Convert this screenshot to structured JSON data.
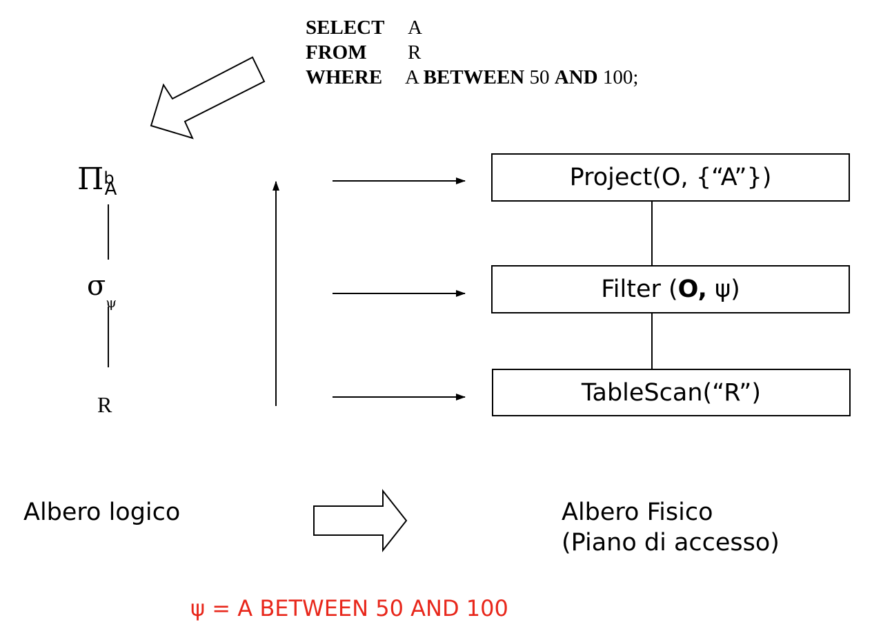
{
  "sql": {
    "select_kw": "SELECT",
    "select_arg": "A",
    "from_kw": "FROM",
    "from_arg": "R",
    "where_kw": "WHERE",
    "where_attr": "A",
    "between_kw": "BETWEEN",
    "low": "50",
    "and_kw": "AND",
    "high": "100;"
  },
  "logical_tree": {
    "projection_symbol": "Π",
    "projection_sup": "b",
    "projection_sub": "A",
    "selection_symbol": "σ",
    "selection_sub": "ψ",
    "relation": "R",
    "caption": "Albero logico"
  },
  "physical_tree": {
    "project": "Project(O, {“A”})",
    "filter_prefix": "Filter (",
    "filter_bold": "O,",
    "filter_suffix": " ψ)",
    "tablescan": "TableScan(“R”)",
    "caption_line1": "Albero Fisico",
    "caption_line2": "(Piano di accesso)"
  },
  "predicate": "ψ = A BETWEEN 50 AND 100",
  "colors": {
    "predicate": "#e8271b",
    "stroke": "#000000"
  }
}
